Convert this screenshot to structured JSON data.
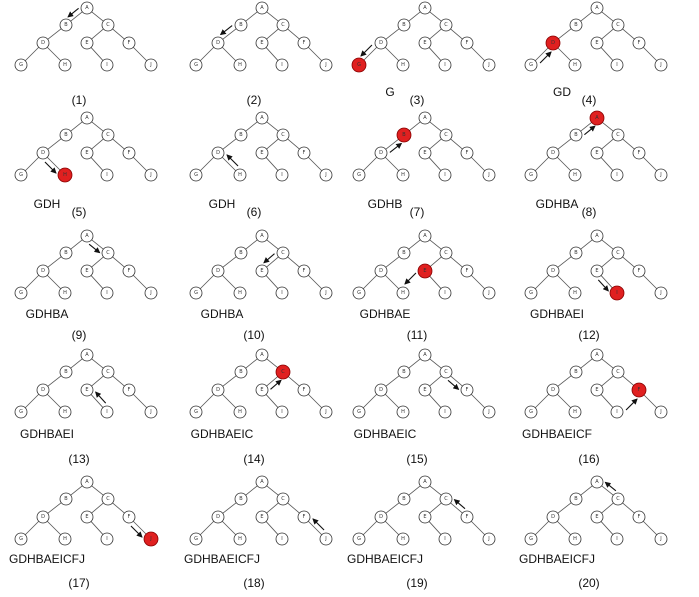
{
  "tree": {
    "nodes": [
      "A",
      "B",
      "C",
      "D",
      "E",
      "F",
      "G",
      "H",
      "I",
      "J"
    ],
    "edges": [
      [
        "A",
        "B"
      ],
      [
        "A",
        "C"
      ],
      [
        "B",
        "D"
      ],
      [
        "C",
        "E"
      ],
      [
        "C",
        "F"
      ],
      [
        "D",
        "G"
      ],
      [
        "D",
        "H"
      ],
      [
        "E",
        "I"
      ],
      [
        "F",
        "J"
      ]
    ]
  },
  "panels": [
    {
      "caption": "(1)",
      "sequence": "",
      "highlight": "",
      "arrow": {
        "from": "A",
        "to": "B"
      }
    },
    {
      "caption": "(2)",
      "sequence": "",
      "highlight": "",
      "arrow": {
        "from": "B",
        "to": "D"
      }
    },
    {
      "caption": "(3)",
      "sequence": "G",
      "highlight": "G",
      "arrow": {
        "from": "D",
        "to": "G"
      }
    },
    {
      "caption": "(4)",
      "sequence": "GD",
      "highlight": "D",
      "arrow": {
        "from": "G",
        "to": "D"
      }
    },
    {
      "caption": "(5)",
      "sequence": "GDH",
      "highlight": "H",
      "arrow": {
        "from": "D",
        "to": "H"
      }
    },
    {
      "caption": "(6)",
      "sequence": "GDH",
      "highlight": "",
      "arrow": {
        "from": "H",
        "to": "D"
      }
    },
    {
      "caption": "(7)",
      "sequence": "GDHB",
      "highlight": "B",
      "arrow": {
        "from": "D",
        "to": "B"
      }
    },
    {
      "caption": "(8)",
      "sequence": "GDHBA",
      "highlight": "A",
      "arrow": {
        "from": "B",
        "to": "A"
      }
    },
    {
      "caption": "(9)",
      "sequence": "GDHBA",
      "highlight": "",
      "arrow": {
        "from": "A",
        "to": "C"
      }
    },
    {
      "caption": "(10)",
      "sequence": "GDHBA",
      "highlight": "",
      "arrow": {
        "from": "C",
        "to": "E"
      }
    },
    {
      "caption": "(11)",
      "sequence": "GDHBAE",
      "highlight": "E",
      "arrow": {
        "from": "E",
        "to": "H"
      }
    },
    {
      "caption": "(12)",
      "sequence": "GDHBAEI",
      "highlight": "I",
      "arrow": {
        "from": "E",
        "to": "I"
      }
    },
    {
      "caption": "(13)",
      "sequence": "GDHBAEI",
      "highlight": "",
      "arrow": {
        "from": "I",
        "to": "E"
      }
    },
    {
      "caption": "(14)",
      "sequence": "GDHBAEIC",
      "highlight": "C",
      "arrow": {
        "from": "E",
        "to": "C"
      }
    },
    {
      "caption": "(15)",
      "sequence": "GDHBAEIC",
      "highlight": "",
      "arrow": {
        "from": "C",
        "to": "F"
      }
    },
    {
      "caption": "(16)",
      "sequence": "GDHBAEICF",
      "highlight": "F",
      "arrow": {
        "from": "I",
        "to": "F"
      }
    },
    {
      "caption": "(17)",
      "sequence": "GDHBAEICFJ",
      "highlight": "J",
      "arrow": {
        "from": "F",
        "to": "J"
      }
    },
    {
      "caption": "(18)",
      "sequence": "GDHBAEICFJ",
      "highlight": "",
      "arrow": {
        "from": "J",
        "to": "F"
      }
    },
    {
      "caption": "(19)",
      "sequence": "GDHBAEICFJ",
      "highlight": "",
      "arrow": {
        "from": "F",
        "to": "C"
      }
    },
    {
      "caption": "(20)",
      "sequence": "GDHBAEICFJ",
      "highlight": "",
      "arrow": {
        "from": "C",
        "to": "A"
      }
    }
  ]
}
